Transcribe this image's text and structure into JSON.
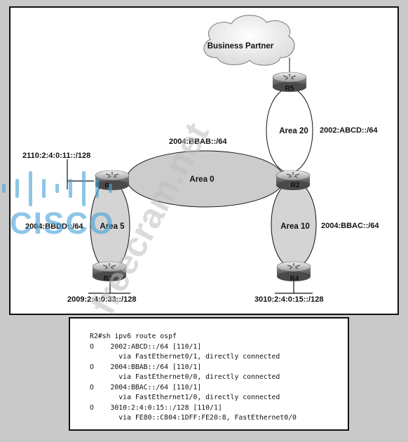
{
  "diagram": {
    "cloud_label": "Business Partner",
    "routers": {
      "r5": "R5",
      "r1": "R",
      "r2": "R2",
      "r3": "R3",
      "r4": "R4"
    },
    "areas": {
      "area0": "Area 0",
      "area20": "Area 20",
      "area10": "Area 10",
      "area5": "Area 5"
    },
    "prefixes": {
      "r1_loopback": "2110:2:4:0:11::/128",
      "area0_net": "2004:BBAB::/64",
      "area20_net": "2002:ABCD::/64",
      "area10_net": "2004:BBAC::/64",
      "area5_net": "2004:BBDD::/64",
      "r3_loopback": "2009:2:4:0:33::/128",
      "r4_loopback": "3010:2:4:0:15::/128"
    },
    "watermark": {
      "brand": "CISCO",
      "site": "freecram.net"
    }
  },
  "cli": {
    "lines": [
      "R2#sh ipv6 route ospf",
      "O    2002:ABCD::/64 [110/1]",
      "       via FastEthernet0/1, directly connected",
      "O    2004:BBAB::/64 [110/1]",
      "       via FastEthernet0/0, directly connected",
      "O    2004:BBAC::/64 [110/1]",
      "       via FastEthernet1/0, directly connected",
      "O    3010:2:4:0:15::/128 [110/1]",
      "       via FE80::C804:1DFF:FE20:8, FastEthernet0/0"
    ]
  }
}
